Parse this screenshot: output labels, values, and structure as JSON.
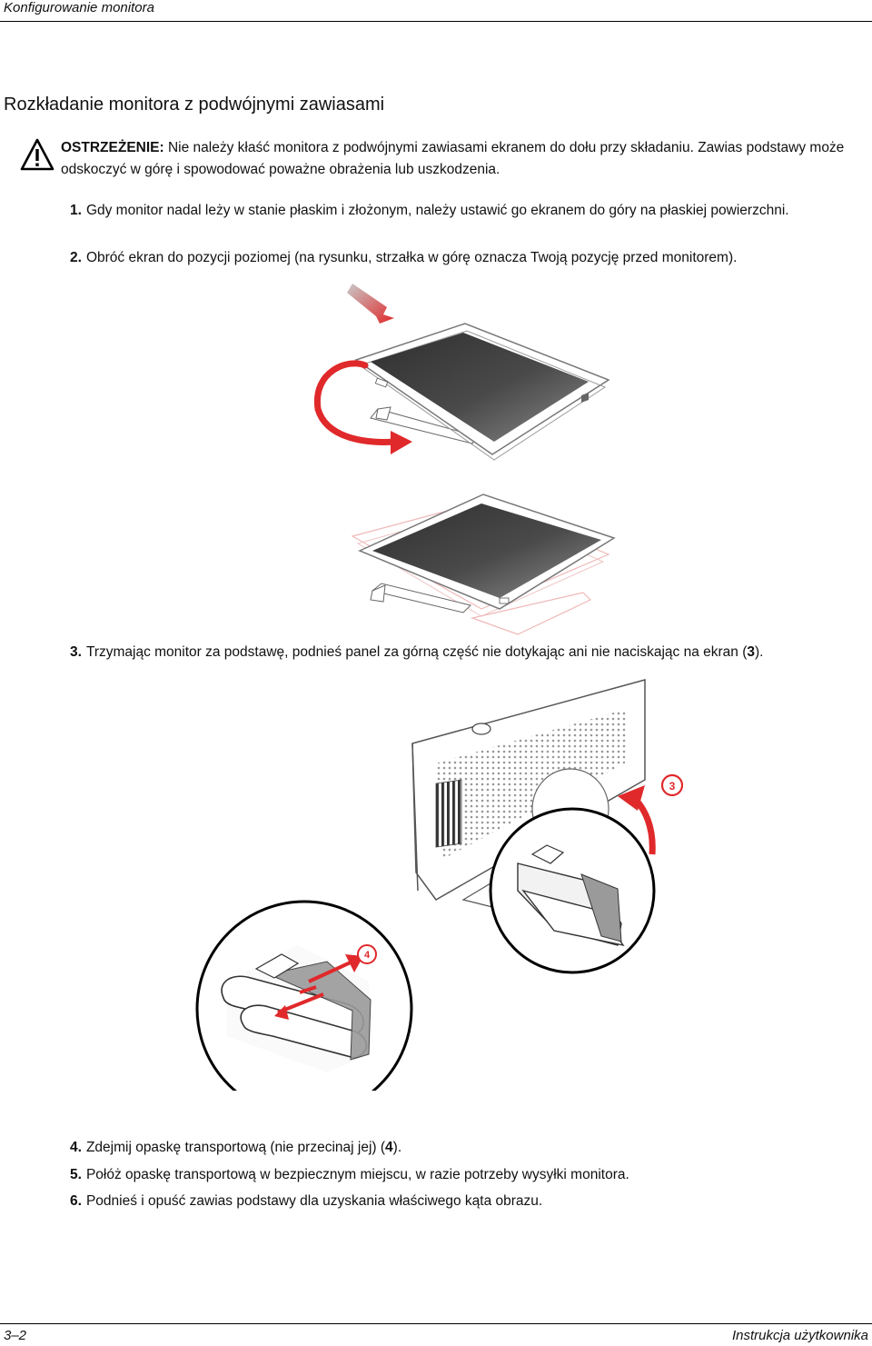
{
  "header": {
    "title": "Konfigurowanie monitora"
  },
  "section": {
    "title": "Rozkładanie monitora z podwójnymi zawiasami"
  },
  "warning": {
    "label": "OSTRZEŻENIE:",
    "text": " Nie należy kłaść monitora z podwójnymi zawiasami ekranem do dołu przy składaniu. Zawias podstawy może odskoczyć w górę i spowodować poważne obrażenia lub uszkodzenia.",
    "icon": "warning-triangle-icon"
  },
  "steps": [
    {
      "num": "1.",
      "text": "Gdy monitor nadal leży w stanie płaskim i złożonym, należy ustawić go ekranem do góry na płaskiej powierzchni."
    },
    {
      "num": "2.",
      "text": "Obróć ekran do pozycji poziomej (na rysunku, strzałka w górę oznacza Twoją pozycję przed monitorem)."
    },
    {
      "num": "3.",
      "text_before": "Trzymając monitor za podstawę, podnieś panel za górną część nie dotykając ani nie naciskając na ekran (",
      "ref": "3",
      "text_after": ")."
    },
    {
      "num": "4.",
      "text_before": "Zdejmij opaskę transportową (nie przecinaj jej) (",
      "ref": "4",
      "text_after": ")."
    },
    {
      "num": "5.",
      "text": "Połóż opaskę transportową w bezpiecznym miejscu, w razie potrzeby wysyłki monitora."
    },
    {
      "num": "6.",
      "text": "Podnieś i opuść zawias podstawy dla uzyskania właściwego kąta obrazu."
    }
  ],
  "figure_callouts": {
    "c3": "3",
    "c4": "4"
  },
  "colors": {
    "arrow_red": "#e0292b",
    "screen_dark": "#3d3d3d"
  },
  "footer": {
    "page": "3–2",
    "doc": "Instrukcja użytkownika"
  }
}
